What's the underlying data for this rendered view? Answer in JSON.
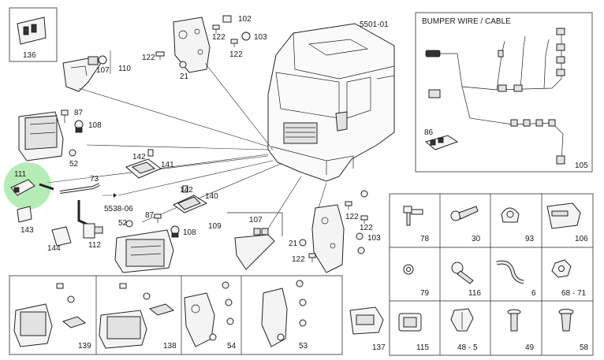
{
  "diagram": {
    "title": "5501-01",
    "inset_title": "BUMPER WIRE / CABLE",
    "highlight_color": "#5dd65d",
    "line_color": "#222222",
    "part_numbers": {
      "p136": "136",
      "p102": "102",
      "p122a": "122",
      "p103a": "103",
      "p122b": "122",
      "p107a": "107",
      "p110": "110",
      "p122c": "122",
      "p21a": "21",
      "p87a": "87",
      "p108a": "108",
      "p52a": "52",
      "p142a": "142",
      "p141": "141",
      "p111": "111",
      "p73": "73",
      "p143": "143",
      "p5538": "5538-06",
      "p142b": "142",
      "p140": "140",
      "p87b": "87",
      "p52b": "52",
      "p108b": "108",
      "p144": "144",
      "p112": "112",
      "p109": "109",
      "p107b": "107",
      "p21b": "21",
      "p122d": "122",
      "p122e": "122",
      "p103b": "103",
      "p122f": "122",
      "p86": "86",
      "p105": "105",
      "p78": "78",
      "p30": "30",
      "p93": "93",
      "p106": "106",
      "p79": "79",
      "p116": "116",
      "p6": "6",
      "p68": "68 - 71",
      "p137": "137",
      "p115": "115",
      "p48": "48 - 5",
      "p49": "49",
      "p58": "58",
      "p139": "139",
      "p138": "138",
      "p54": "54",
      "p53": "53"
    }
  }
}
